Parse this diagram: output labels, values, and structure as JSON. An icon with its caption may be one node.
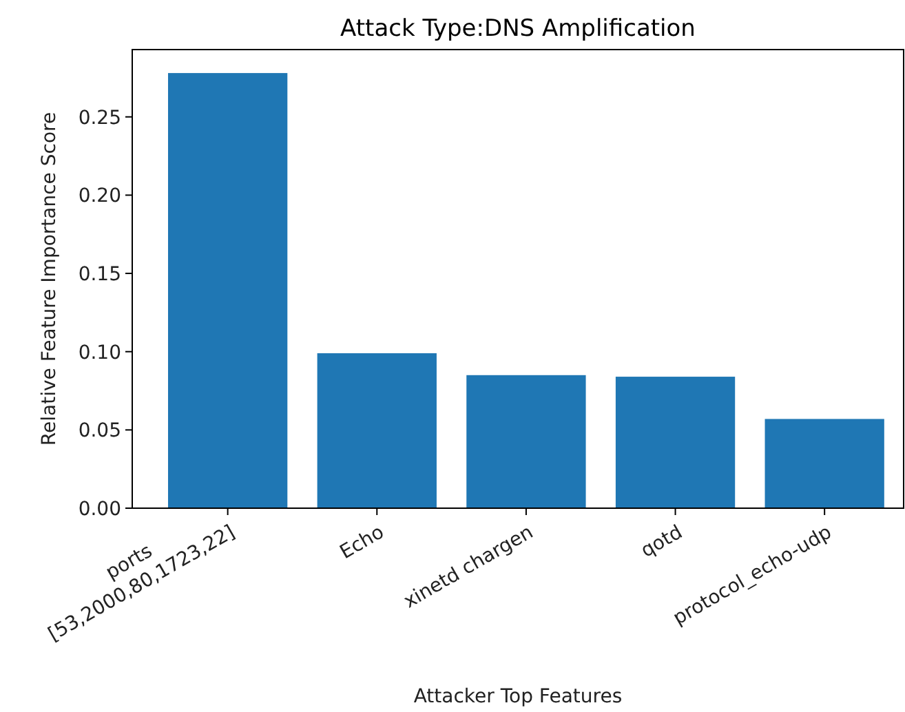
{
  "diagram": {
    "chart_data": {
      "type": "bar",
      "title": "Attack Type:DNS Amplification",
      "xlabel": "Attacker Top Features",
      "ylabel": "Relative Feature Importance Score",
      "categories": [
        "ports [53,2000,80,1723,22]",
        "Echo",
        "xinetd chargen",
        "qotd",
        "protocol_echo-udp"
      ],
      "series": [
        {
          "color": "#1f77b4",
          "values": [
            0.278,
            0.099,
            0.085,
            0.084,
            0.057
          ]
        }
      ],
      "ylim": [
        0,
        0.293
      ],
      "yticks": [
        {
          "value": 0,
          "label": "0.00"
        },
        0.05,
        {
          "value": 0.1,
          "label": "0.10"
        },
        0.15,
        {
          "value": 0.2,
          "label": "0.20"
        },
        0.25
      ],
      "orientation": "vertical"
    }
  }
}
